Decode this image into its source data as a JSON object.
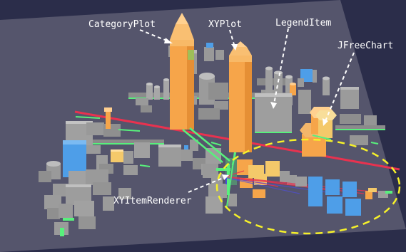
{
  "labels": {
    "category_plot": "CategoryPlot",
    "xy_plot": "XYPlot",
    "legend_item": "LegendItem",
    "jfreechart": "JFreeChart",
    "xy_item_renderer": "XYItemRenderer"
  },
  "colors": {
    "background": "#2b2d4a",
    "floor": "#56566d",
    "building_gray": "#9b9b9b",
    "highlight_orange": "#f6a54a",
    "highlight_yellow": "#f4c96a",
    "blue": "#4e9ee8",
    "green_edge": "#58f07c",
    "red_line": "#e8324f",
    "dashed_ellipse": "#f6f12a",
    "label_text": "#ffffff"
  }
}
